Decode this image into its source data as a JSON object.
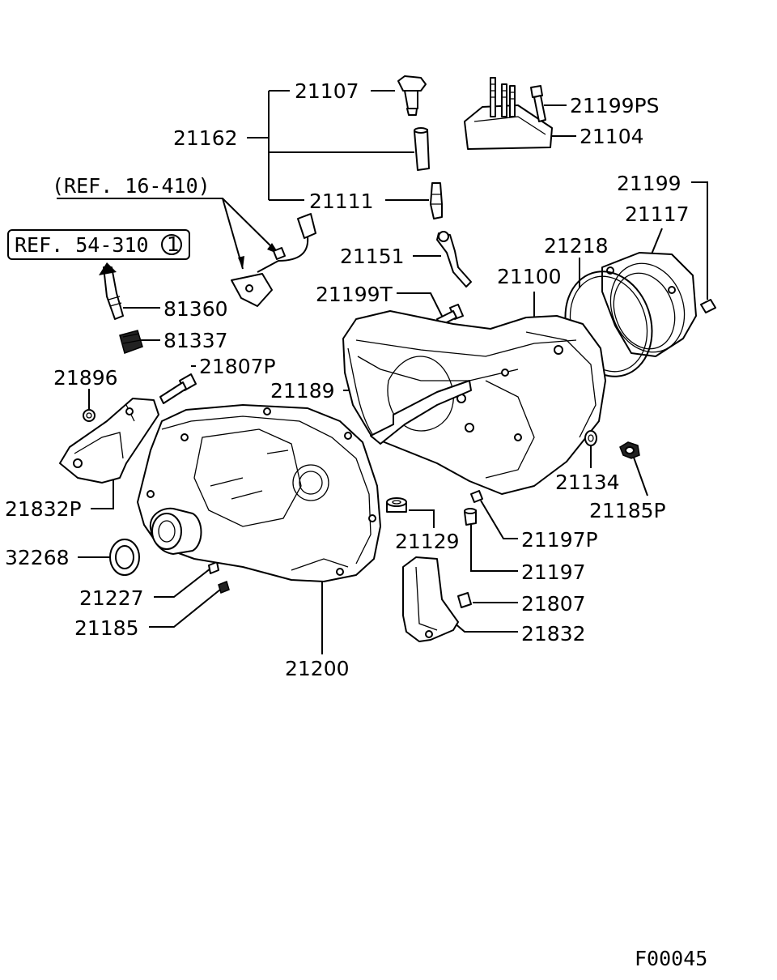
{
  "figure_code": "F00045",
  "refs": {
    "harness": "(REF. 16-410)",
    "speedometer_ref": "REF. 54-310",
    "speedometer_ref_num": "1"
  },
  "parts": {
    "p21107": "21107",
    "p21162": "21162",
    "p21111": "21111",
    "p21199PS": "21199PS",
    "p21104": "21104",
    "p21199": "21199",
    "p21117": "21117",
    "p21218": "21218",
    "p21151": "21151",
    "p21100": "21100",
    "p21199T": "21199T",
    "p81360": "81360",
    "p81337": "81337",
    "p21896": "21896",
    "p21807P": "21807P",
    "p21189": "21189",
    "p21134": "21134",
    "p21185P": "21185P",
    "p21832P": "21832P",
    "p21129": "21129",
    "p21197P": "21197P",
    "p32268": "32268",
    "p21197": "21197",
    "p21227": "21227",
    "p21807": "21807",
    "p21185": "21185",
    "p21832": "21832",
    "p21200": "21200"
  }
}
